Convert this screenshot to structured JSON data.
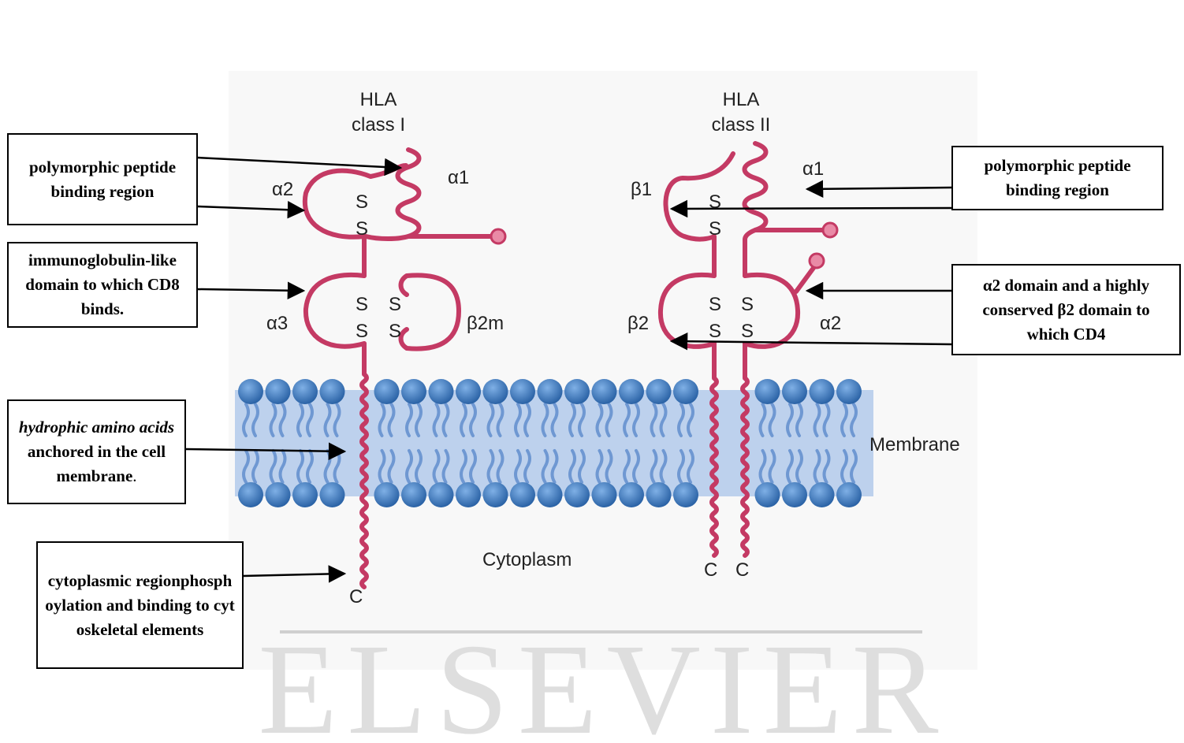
{
  "watermark": {
    "text": "ELSEVIER"
  },
  "diagram": {
    "class1": {
      "title_line1": "HLA",
      "title_line2": "class I"
    },
    "class2": {
      "title_line1": "HLA",
      "title_line2": "class II"
    },
    "labels": {
      "c1_a1": "α1",
      "c1_a2": "α2",
      "c1_a3": "α3",
      "c1_b2m": "β2m",
      "c2_a1": "α1",
      "c2_b1": "β1",
      "c2_b2": "β2",
      "c2_a2": "α2"
    },
    "disulfide": "S",
    "terminus": "C",
    "membrane_label": "Membrane",
    "cytoplasm_label": "Cytoplasm"
  },
  "colors": {
    "chain": "#c43a64",
    "membrane_head": "#2f6fb0",
    "membrane_band": "#a9c4ea"
  },
  "callouts": {
    "left_peptide": "polymorphic peptide binding region",
    "left_ig": "immunoglobulin-like domain to which CD8 binds.",
    "left_hydro_em": "hydrophic amino acids",
    "left_hydro_rest": " anchored in the cell membrane",
    "left_hydro_period": ".",
    "left_cyto": "cytoplasmic regionphosphoylation and binding to cytoskeletal elements",
    "right_peptide": "polymorphic peptide binding region",
    "right_a2": "α2 domain and a highly conserved β2 domain to which CD4"
  }
}
